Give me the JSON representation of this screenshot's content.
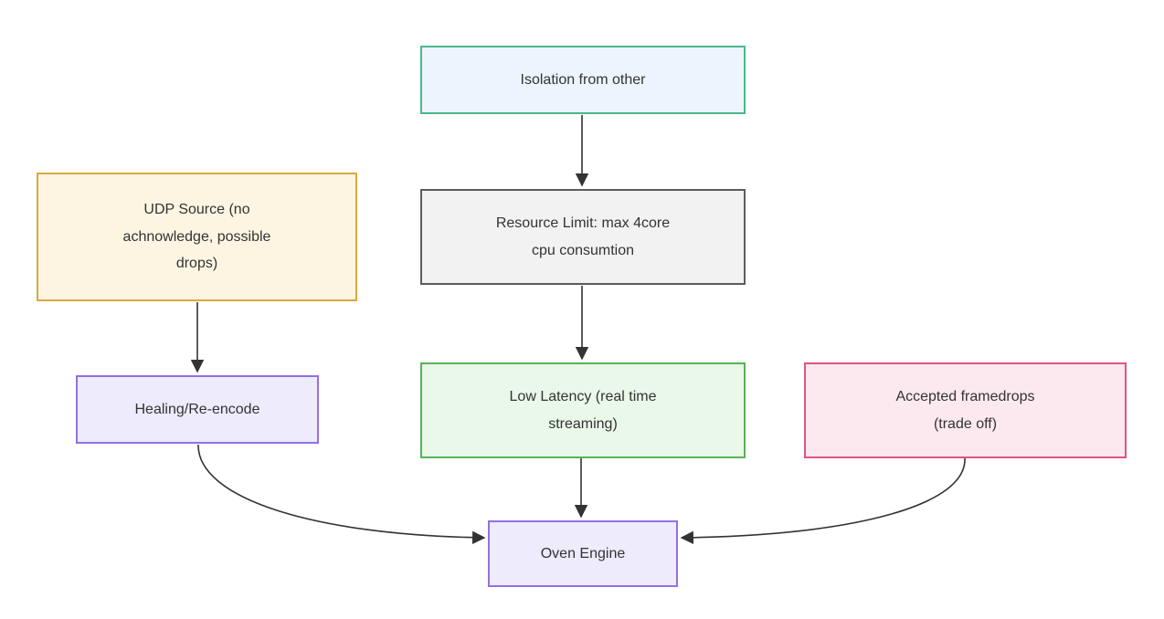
{
  "diagram": {
    "background_color": "#ffffff",
    "text_color": "#333333",
    "arrow_color": "#333333",
    "nodes": [
      {
        "id": "isolation",
        "label": "Isolation from other",
        "lines": [
          "Isolation from other"
        ],
        "fill": "#ecf5fd",
        "border": "#49b88a"
      },
      {
        "id": "udp-source",
        "label": "UDP Source (no achnowledge, possible drops)",
        "lines": [
          "UDP Source (no",
          "achnowledge, possible",
          "drops)"
        ],
        "fill": "#fdf5e2",
        "border": "#d9a93e"
      },
      {
        "id": "resource-limit",
        "label": "Resource Limit: max 4core cpu consumtion",
        "lines": [
          "Resource Limit: max 4core",
          "cpu consumtion"
        ],
        "fill": "#f2f2f2",
        "border": "#5c5c5c"
      },
      {
        "id": "healing-re-encode",
        "label": "Healing/Re-encode",
        "lines": [
          "Healing/Re-encode"
        ],
        "fill": "#edebfc",
        "border": "#9370e4"
      },
      {
        "id": "low-latency",
        "label": "Low Latency (real time streaming)",
        "lines": [
          "Low Latency (real time",
          "streaming)"
        ],
        "fill": "#e9f8e9",
        "border": "#56b456"
      },
      {
        "id": "accepted-framedrops",
        "label": "Accepted framedrops (trade off)",
        "lines": [
          "Accepted framedrops",
          "(trade off)"
        ],
        "fill": "#fce9f0",
        "border": "#df5480"
      },
      {
        "id": "oven-engine",
        "label": "Oven Engine",
        "lines": [
          "Oven Engine"
        ],
        "fill": "#edebfc",
        "border": "#9370e4"
      }
    ],
    "edges": [
      {
        "from": "isolation",
        "to": "resource-limit",
        "shape": "straight-down"
      },
      {
        "from": "resource-limit",
        "to": "low-latency",
        "shape": "straight-down"
      },
      {
        "from": "udp-source",
        "to": "healing-re-encode",
        "shape": "straight-down"
      },
      {
        "from": "low-latency",
        "to": "oven-engine",
        "shape": "straight-down"
      },
      {
        "from": "healing-re-encode",
        "to": "oven-engine",
        "shape": "curve-right-into-left-side"
      },
      {
        "from": "accepted-framedrops",
        "to": "oven-engine",
        "shape": "curve-left-into-right-side"
      }
    ]
  }
}
